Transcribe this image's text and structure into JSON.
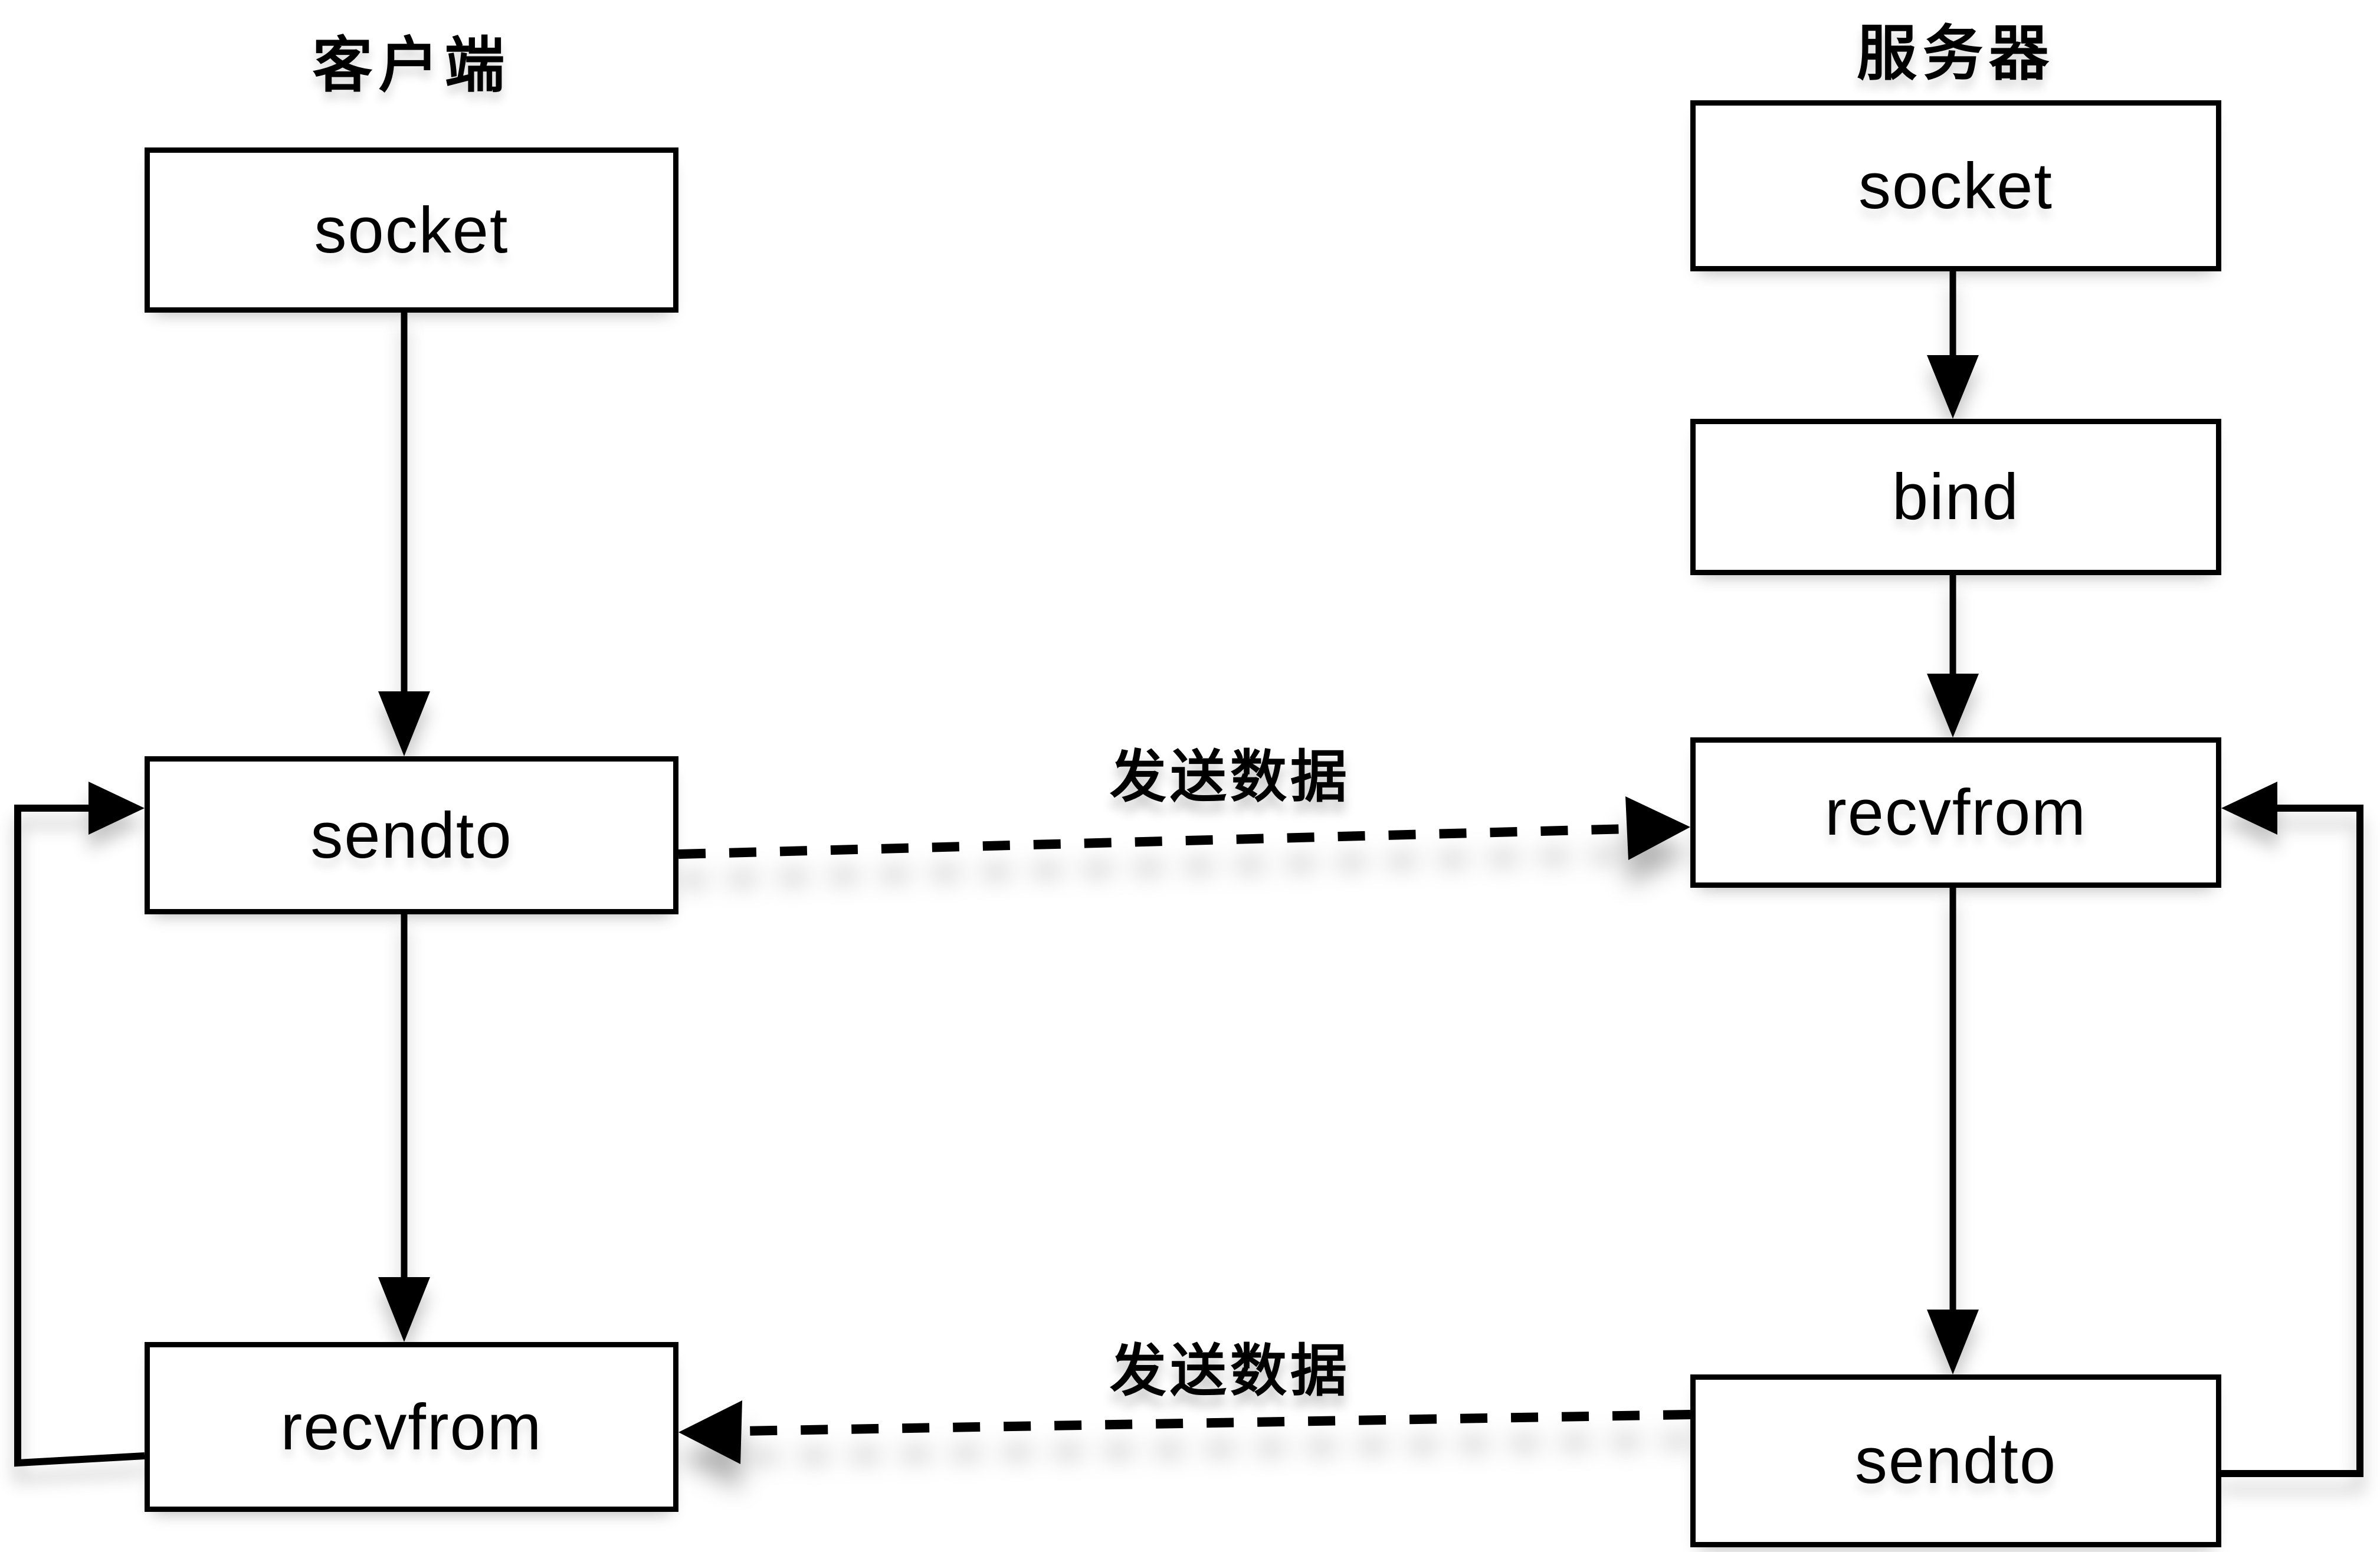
{
  "diagram": {
    "client": {
      "title": "客户端",
      "boxes": [
        {
          "label": "socket"
        },
        {
          "label": "sendto"
        },
        {
          "label": "recvfrom"
        }
      ]
    },
    "server": {
      "title": "服务器",
      "boxes": [
        {
          "label": "socket"
        },
        {
          "label": "bind"
        },
        {
          "label": "recvfrom"
        },
        {
          "label": "sendto"
        }
      ]
    },
    "edge_labels": {
      "top": "发送数据",
      "bottom": "发送数据"
    },
    "colors": {
      "line": "#000000",
      "background": "#ffffff",
      "text": "#000000"
    }
  }
}
